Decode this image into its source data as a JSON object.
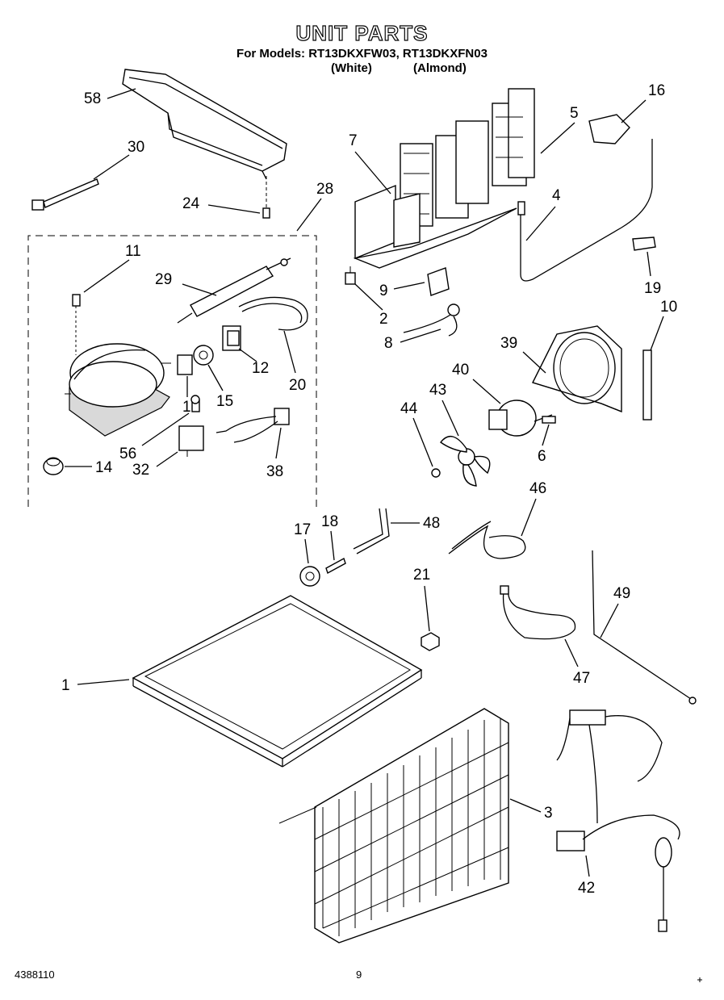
{
  "header": {
    "title": "UNIT PARTS",
    "models_line": "For Models: RT13DKXFW03, RT13DKXFN03",
    "color_white": "(White)",
    "color_almond": "(Almond)"
  },
  "callouts": {
    "c58": "58",
    "c30": "30",
    "c24": "24",
    "c28": "28",
    "c11": "11",
    "c29": "29",
    "c20": "20",
    "c12": "12",
    "c13": "13",
    "c15": "15",
    "c56": "56",
    "c32": "32",
    "c38": "38",
    "c14": "14",
    "c7": "7",
    "c5": "5",
    "c16": "16",
    "c4": "4",
    "c9": "9",
    "c2": "2",
    "c19": "19",
    "c10": "10",
    "c8": "8",
    "c39": "39",
    "c40": "40",
    "c43": "43",
    "c44": "44",
    "c6": "6",
    "c46": "46",
    "c17": "17",
    "c18": "18",
    "c48": "48",
    "c21": "21",
    "c1": "1",
    "c49": "49",
    "c47": "47",
    "c3": "3",
    "c42": "42"
  },
  "footer": {
    "doc_number": "4388110",
    "page_number": "9"
  }
}
